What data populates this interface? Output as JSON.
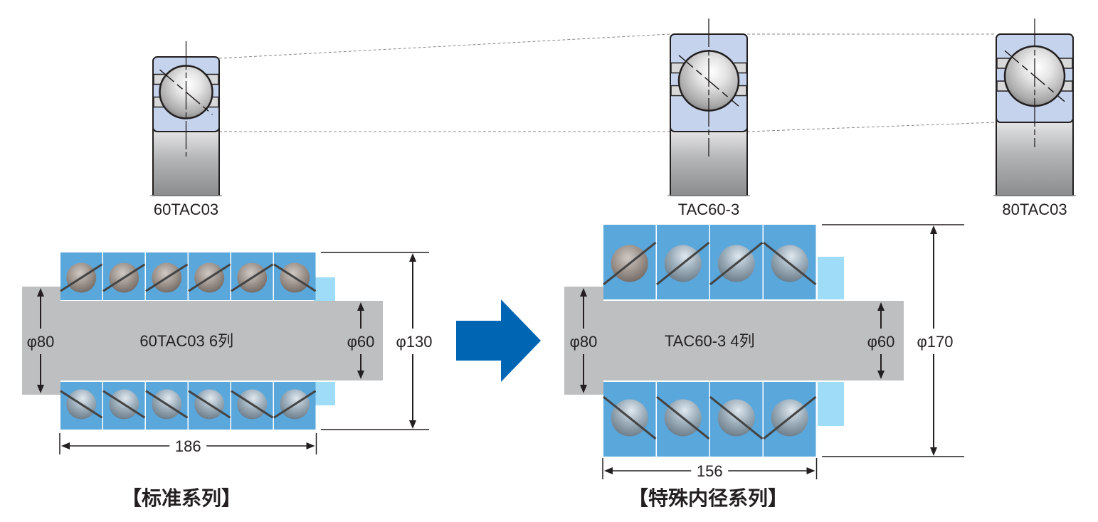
{
  "colors": {
    "ring_blue": "#c5d3ec",
    "ring_gray_top": "#e6e6e6",
    "ring_gray_bottom": "#8e8e90",
    "outline": "#231f20",
    "bearing_cell": "#5aa7dc",
    "spacer": "#9edcf7",
    "shaft": "#bebfc1",
    "arrow": "#0066b3",
    "ball_brown": "#8d8580",
    "ball_blue": "#8fa3b3",
    "contact_line": "#444444",
    "dashed": "#888888"
  },
  "cross_sections": [
    {
      "id": "60TAC03",
      "label": "60TAC03"
    },
    {
      "id": "TAC60-3",
      "label": "TAC60-3"
    },
    {
      "id": "80TAC03",
      "label": "80TAC03"
    }
  ],
  "arrangements": [
    {
      "id": "standard",
      "center_label": "60TAC03 6列",
      "rows": 6,
      "top_contact": [
        "up",
        "up",
        "up",
        "up",
        "up",
        "down"
      ],
      "top_balls": [
        "brown",
        "brown",
        "brown",
        "brown",
        "brown",
        "brown"
      ],
      "bottom_contact": [
        "down",
        "down",
        "down",
        "down",
        "down",
        "up"
      ],
      "bottom_balls": [
        "blue",
        "blue",
        "blue",
        "blue",
        "blue",
        "blue"
      ],
      "dim_left": "φ80",
      "dim_inner": "φ60",
      "dim_outer": "φ130",
      "dim_width": "186",
      "caption": "【标准系列】"
    },
    {
      "id": "special",
      "center_label": "TAC60-3 4列",
      "rows": 4,
      "top_contact": [
        "up",
        "up",
        "up",
        "down"
      ],
      "top_balls": [
        "brown",
        "blue",
        "blue",
        "blue"
      ],
      "bottom_contact": [
        "down",
        "down",
        "down",
        "up"
      ],
      "bottom_balls": [
        "blue",
        "blue",
        "blue",
        "blue"
      ],
      "dim_left": "φ80",
      "dim_inner": "φ60",
      "dim_outer": "φ170",
      "dim_width": "156",
      "caption": "【特殊内径系列】"
    }
  ],
  "transition_arrow": "arrow-right-icon"
}
